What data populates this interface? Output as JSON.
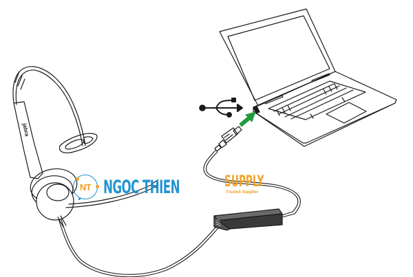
{
  "figure": {
    "description": "Headset connected via USB cable with inline controller to a laptop",
    "headset_brand": "Jabra",
    "usb_symbol": "usb-trident-icon",
    "insert_arrow_color": "#1f9a3c",
    "line_color": "#1a1a1a",
    "controller_color": "#3a3a3a"
  },
  "watermark": {
    "badge_text": "NT",
    "name": "NGOC THIEN",
    "supply": "SUPPLY",
    "tagline": "Trusted Supplier",
    "primary_color": "#1a8fd0",
    "accent_color": "#f0a020"
  }
}
